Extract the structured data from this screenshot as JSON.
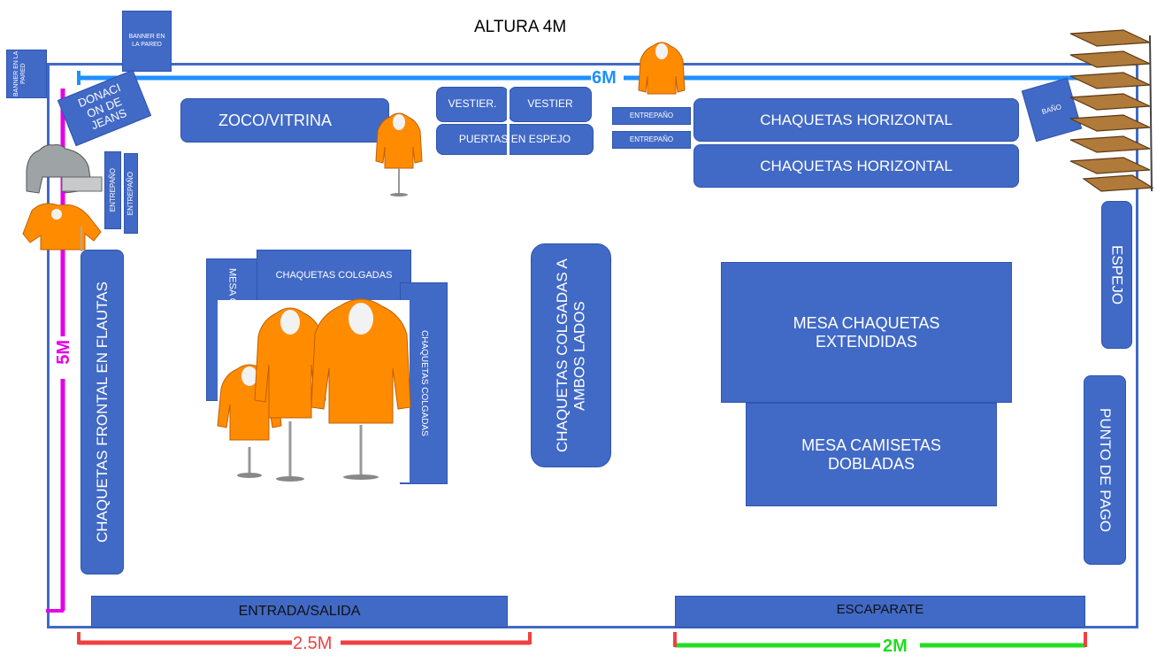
{
  "title": "ALTURA 4M",
  "dimensions": {
    "top": "6M",
    "left": "5M",
    "bottom_left": "2.5M",
    "bottom_right": "2M"
  },
  "colors": {
    "box": "#4169c6",
    "top_line": "#1e90ff",
    "left_line": "#e600e6",
    "bottom_left_line": "#f04040",
    "bottom_right_line": "#22dd22",
    "jacket": "#ff8c00",
    "stair_wood": "#b07a3a"
  },
  "labels": {
    "banner_pared": "BANNER EN LA PARED",
    "banner_pared_left": "BANNER EN LA PARED",
    "donacion": "DONACI ON DE JEANS",
    "zoco": "ZOCO/VITRINA",
    "vestier_1": "VESTIER.",
    "vestier_2": "VESTIER",
    "puertas": "PUERTAS EN ESPEJO",
    "entrepano_top_1": "ENTREPAÑO",
    "entrepano_top_2": "ENTREPAÑO",
    "chaquetas_h1": "CHAQUETAS HORIZONTAL",
    "chaquetas_h2": "CHAQUETAS HORIZONTAL",
    "bano": "BAÑO",
    "entrepano_left_1": "ENTREPAÑO",
    "entrepano_left_2": "ENTREPAÑO",
    "chaquetas_frontal": "CHAQUETAS FRONTAL EN FLAUTAS",
    "mesa_camisetas_v": "MESA CAMISETAS",
    "chaquetas_colgadas_h": "CHAQUETAS COLGADAS",
    "chaquetas_colgadas_v": "CHAQUETAS COLGADAS",
    "chaquetas_ambos": "CHAQUETAS COLGADAS A AMBOS LADOS",
    "mesa_chaquetas": "MESA CHAQUETAS EXTENDIDAS",
    "mesa_camisetas_dobladas": "MESA CAMISETAS DOBLADAS",
    "espejo": "ESPEJO",
    "punto_pago": "PUNTO DE PAGO",
    "entrada": "ENTRADA/SALIDA",
    "escaparate": "ESCAPARATE"
  },
  "icons": {
    "jacket": "hooded-jacket-icon",
    "mannequin": "mannequin-icon",
    "stairs": "stairs-icon"
  }
}
